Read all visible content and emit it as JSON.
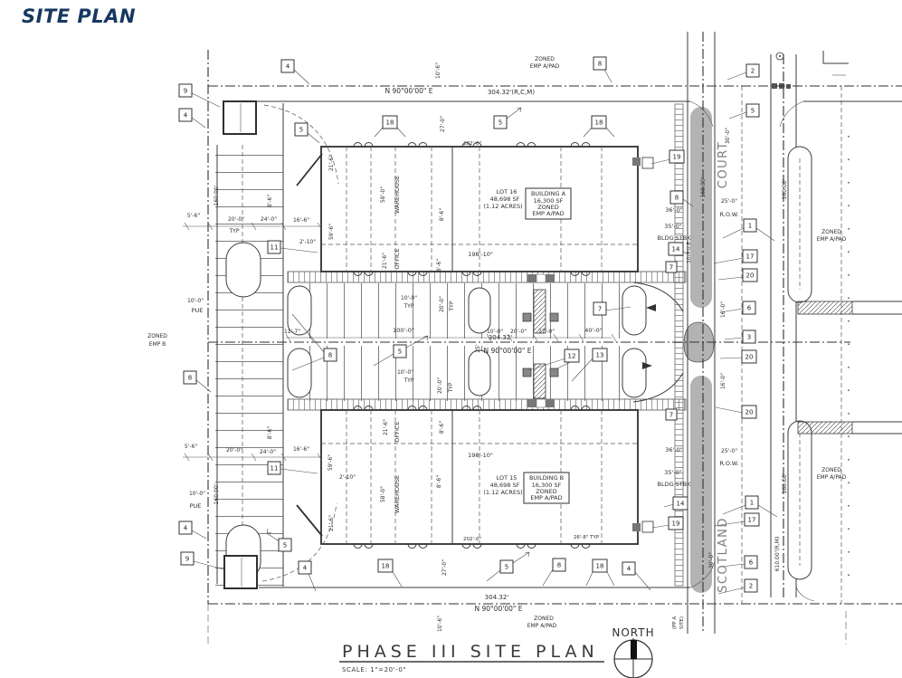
{
  "page_title": "SITE PLAN",
  "titleblock": {
    "title": "PHASE III SITE PLAN",
    "scale": "SCALE: 1\"=20'-0\"",
    "north_label": "NORTH"
  },
  "labels": {
    "zoned": "ZONED",
    "emp_a_pad": "EMP A/PAD",
    "emp_b": "EMP B",
    "bearing": "N 90°00'00\" E",
    "dist_rcm": "304.32'(R,C,M)",
    "dist": "304.32'",
    "lot_a1": "LOT 16",
    "lot_b1": "LOT 15",
    "sf_lot": "48,698 SF",
    "acres": "(1.12 ACRES)",
    "bldg_a": "BUILDING A",
    "bldg_b": "BUILDING B",
    "bldg_sf": "16,300 SF",
    "warehouse": "WAREHOUSE",
    "office": "OFFICE",
    "typ": "TYP",
    "row": "R.O.W.",
    "bldg_stbk": "BLDG STBK",
    "pue": "PUE",
    "pue10": "10' P.U.E.",
    "court": "COURT",
    "scotland": "SCOTLAND",
    "pp_a1": "(PP A",
    "pp_a2": "SITE)",
    "dim_10_6": "10'-6\"",
    "dim_27_0": "27'-0\"",
    "dim_30_0": "30'-0\"",
    "dim_21_6": "21'-6\"",
    "dim_58_0": "58'-0\"",
    "dim_59_6": "59'-6\"",
    "dim_8_6": "8'-6\"",
    "dim_198_10": "198'-10\"",
    "dim_202_0": "202'-0\"",
    "dim_2_10": "2'-10\"",
    "dim_26_8": "26'-8\" TYP",
    "dim_11_7": "11'-7\"",
    "dim_100_0": "100'-0\"",
    "dim_10_0": "10'-0\"",
    "dim_20_0": "20'-0\"",
    "dim_24_0": "24'-0\"",
    "dim_16_6": "16'-6\"",
    "dim_5_6": "5'-6\"",
    "dim_16_0": "16'-0\"",
    "dim_40_0": "40'-0\"",
    "dim_25": "25'",
    "dim_25_0": "25'-0\"",
    "dim_36_0": "36'-0\"",
    "dim_35_0": "35'-0\"",
    "dim_160": "160.00'",
    "dim_610": "610.00'(R,M)"
  },
  "callouts": [
    "4",
    "9",
    "4",
    "18",
    "5",
    "18",
    "8",
    "2",
    "5",
    "19",
    "8",
    "14",
    "1",
    "17",
    "20",
    "5",
    "8",
    "5",
    "12",
    "13",
    "7",
    "6",
    "3",
    "20",
    "20",
    "11",
    "11",
    "8",
    "4",
    "9",
    "5",
    "4",
    "18",
    "5",
    "8",
    "18",
    "4",
    "1",
    "17",
    "6",
    "2",
    "7",
    "7",
    "14",
    "19"
  ]
}
